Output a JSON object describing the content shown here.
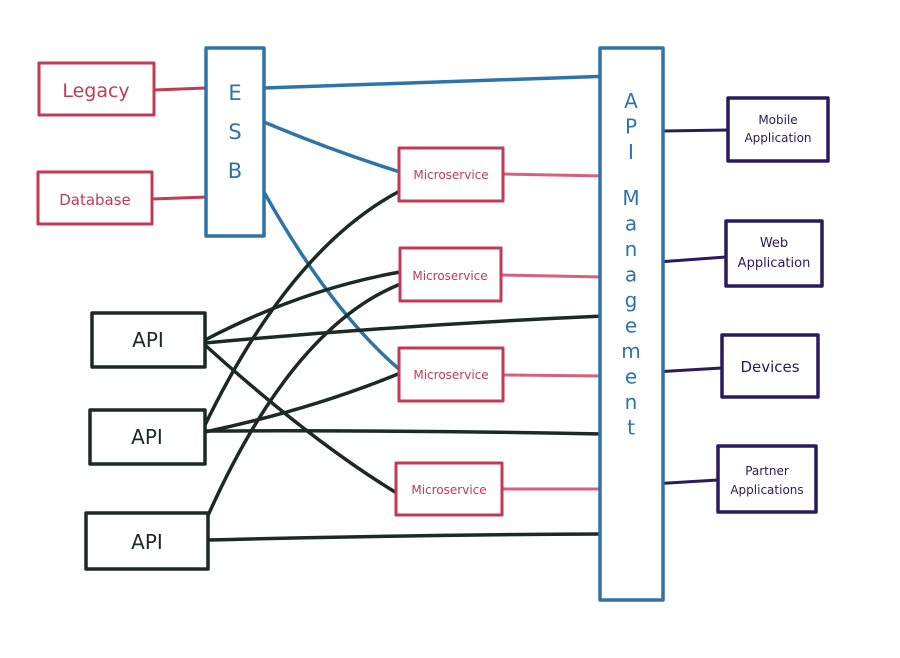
{
  "title": "",
  "colors": {
    "red": "#c23a55",
    "pink_line": "#d9607a",
    "blue": "#2f74a8",
    "dark": "#1c2a24",
    "navy": "#2a1a5e"
  },
  "nodes": {
    "legacy": "Legacy",
    "database": "Database",
    "esb": "ESB",
    "microservice_1": "Microservice",
    "microservice_2": "Microservice",
    "microservice_3": "Microservice",
    "microservice_4": "Microservice",
    "api_1": "API",
    "api_2": "API",
    "api_3": "API",
    "api_management": "API Management",
    "mobile_line1": "Mobile",
    "mobile_line2": "Application",
    "web_line1": "Web",
    "web_line2": "Application",
    "devices": "Devices",
    "partner_line1": "Partner",
    "partner_line2": "Applications"
  }
}
